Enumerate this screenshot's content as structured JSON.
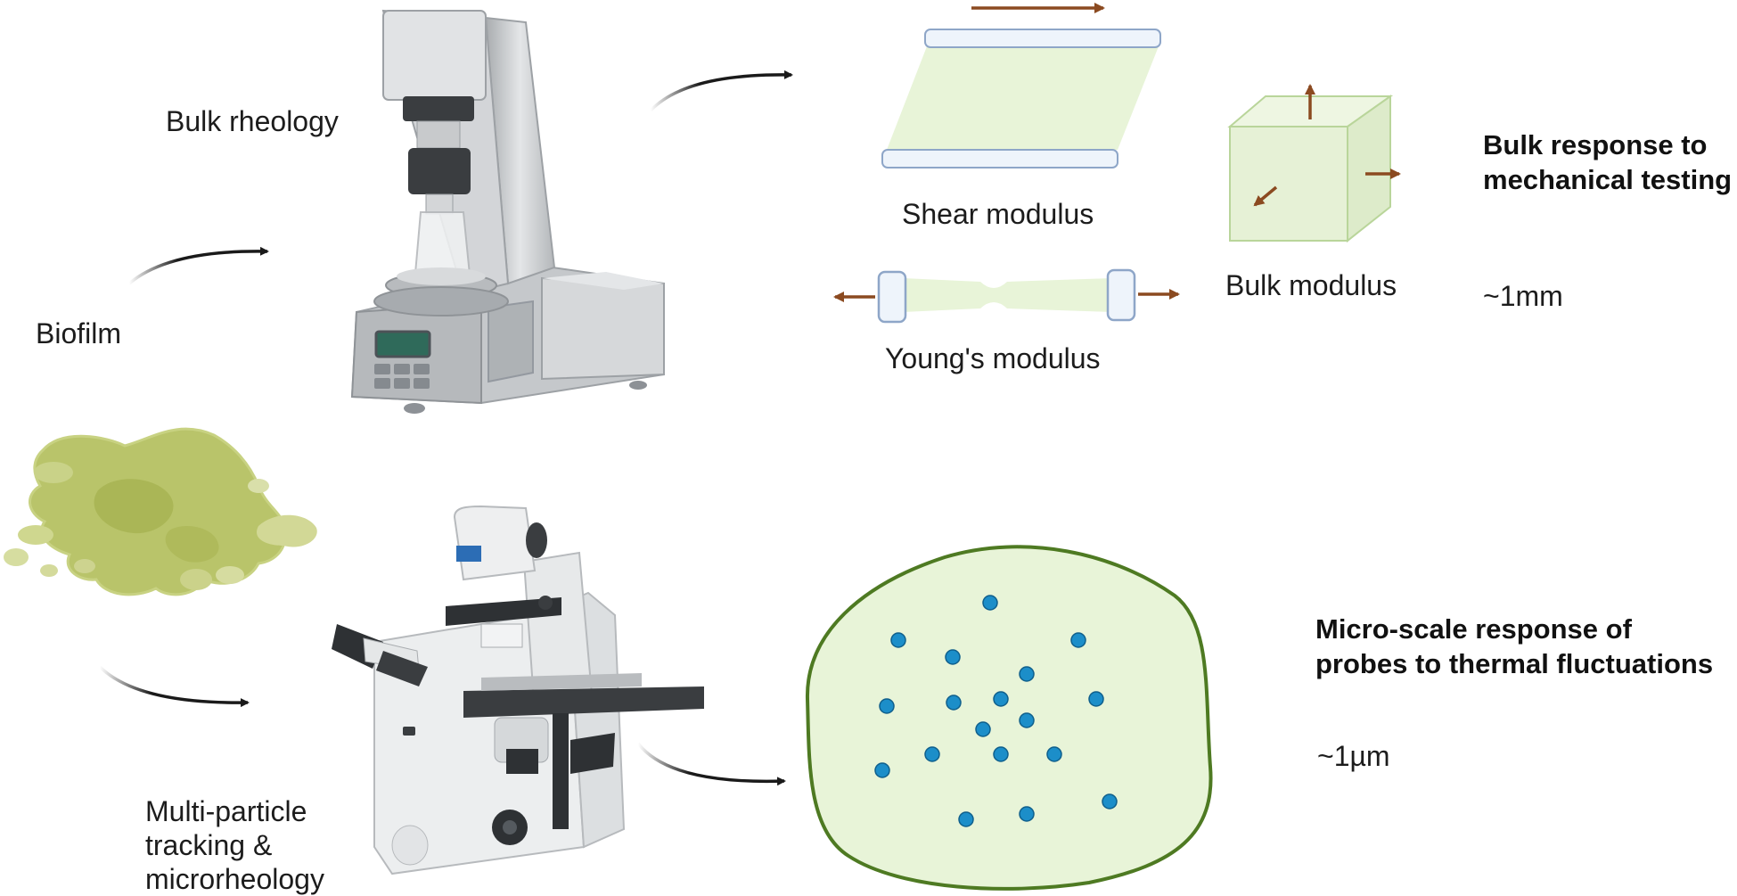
{
  "labels": {
    "biofilm": "Biofilm",
    "bulk_rheology": "Bulk rheology",
    "multi_particle_line1": "Multi-particle",
    "multi_particle_line2": "tracking &",
    "multi_particle_line3": "microrheology",
    "shear_modulus": "Shear modulus",
    "youngs_modulus": "Young's modulus",
    "bulk_modulus": "Bulk modulus",
    "bulk_response_line1": "Bulk response to",
    "bulk_response_line2": "mechanical testing",
    "bulk_scale": "~1mm",
    "micro_response_line1": "Micro-scale response of",
    "micro_response_line2": "probes to thermal fluctuations",
    "micro_scale": "~1µm"
  },
  "colors": {
    "arrow_black": "#1a1a1a",
    "force_arrow": "#8b4a20",
    "gel_fill": "#e8f4d8",
    "gel_outline": "#4e7a22",
    "probe_bead": "#1c8ec9",
    "plate": "#eef4fb",
    "plate_edge": "#8ea6c8",
    "biofilm": "#b9c46a",
    "instrument_grey": "#c9cbcd"
  },
  "icons": [
    "rheometer-icon",
    "microscope-icon",
    "biofilm-icon",
    "shear-diagram-icon",
    "tension-diagram-icon",
    "bulk-cube-icon",
    "gel-droplet-icon"
  ]
}
